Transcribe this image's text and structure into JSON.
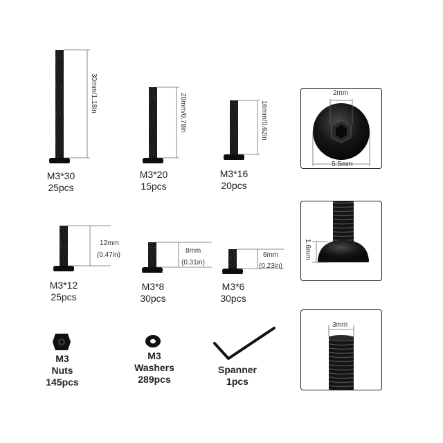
{
  "screws": [
    {
      "size": "M3*30",
      "count": "25pcs",
      "dim": "30mm/1.18in"
    },
    {
      "size": "M3*20",
      "count": "15pcs",
      "dim": "20mm/0.78in"
    },
    {
      "size": "M3*16",
      "count": "20pcs",
      "dim": "16mm/0.62in"
    },
    {
      "size": "M3*12",
      "count": "25pcs",
      "dim_mm": "12mm",
      "dim_in": "(0.47in)"
    },
    {
      "size": "M3*8",
      "count": "30pcs",
      "dim_mm": "8mm",
      "dim_in": "(0.31in)"
    },
    {
      "size": "M3*6",
      "count": "30pcs",
      "dim_mm": "6mm",
      "dim_in": "(0.23in)"
    }
  ],
  "accessories": [
    {
      "line1": "M3",
      "line2": "Nuts",
      "count": "145pcs"
    },
    {
      "line1": "M3",
      "line2": "Washers",
      "count": "289pcs"
    },
    {
      "line1": "Spanner",
      "count": "1pcs"
    }
  ],
  "details": {
    "head_top": {
      "hex": "2mm",
      "diameter": "5.5mm"
    },
    "head_side": {
      "height": "1.6mm"
    },
    "thread": {
      "diameter": "3mm"
    }
  },
  "colors": {
    "metal": "#111111",
    "line": "#555555",
    "frame": "#222222"
  }
}
